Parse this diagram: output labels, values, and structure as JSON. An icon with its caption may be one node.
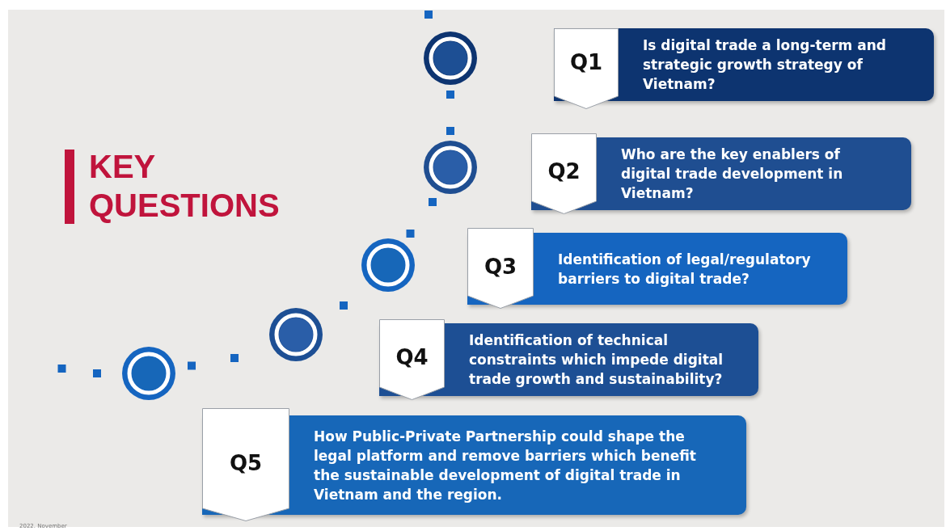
{
  "diagram": {
    "title": "KEY QUESTIONS",
    "nodes": [
      {
        "text": [
          "Q1",
          "Is digital trade a long-term and strategic growth strategy of Vietnam?"
        ]
      },
      {
        "text": [
          "Q2",
          "Who are the key enablers of digital trade development in Vietnam?"
        ]
      },
      {
        "text": [
          "Q3",
          "Identification of legal/regulatory barriers to digital trade?"
        ]
      },
      {
        "text": [
          "Q4",
          "Identification of technical constraints which impede digital trade growth and sustainability?"
        ]
      },
      {
        "text": [
          "Q5",
          "How Public-Private Partnership could shape the legal platform and remove barriers which benefit the sustainable development of digital trade in Vietnam and the region."
        ]
      }
    ],
    "edges": [],
    "labels": [
      "2022. November"
    ]
  }
}
